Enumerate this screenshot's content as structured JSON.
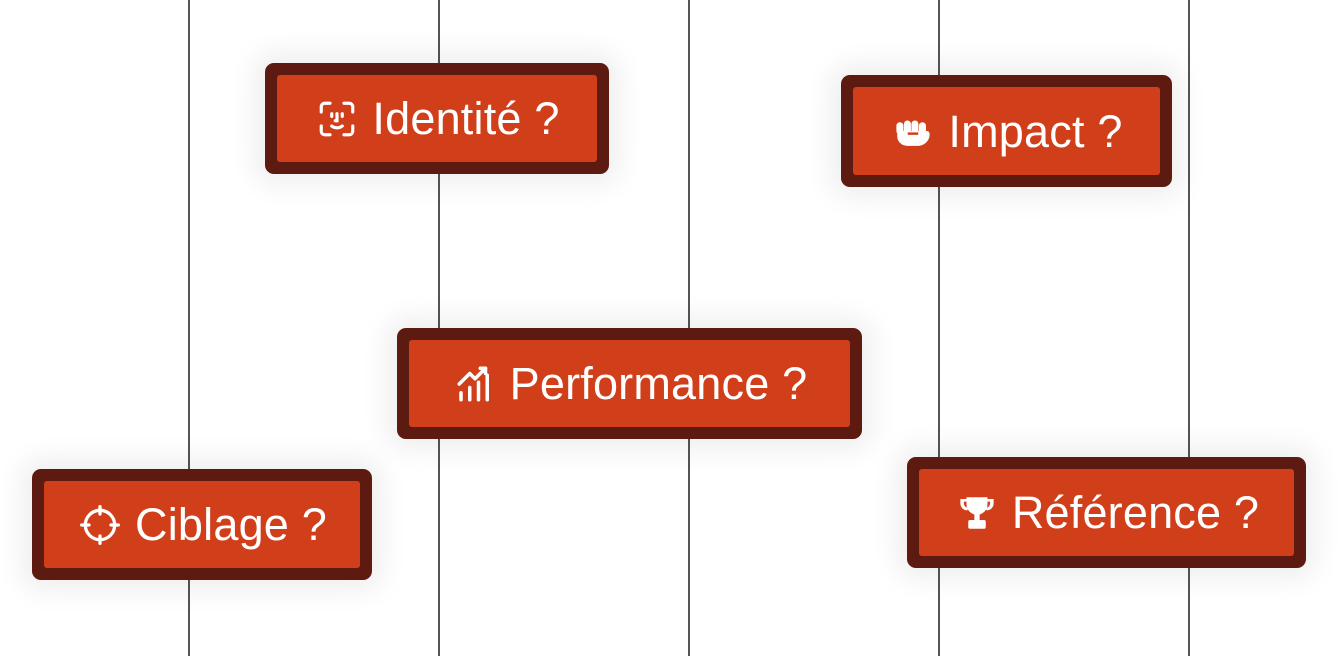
{
  "accent_color": "#d13f1a",
  "border_color": "#5c1a10",
  "tags": {
    "identite": {
      "label": "Identité ?",
      "icon": "face-scan-icon"
    },
    "impact": {
      "label": "Impact ?",
      "icon": "fist-icon"
    },
    "performance": {
      "label": "Performance ?",
      "icon": "growth-chart-icon"
    },
    "ciblage": {
      "label": "Ciblage ?",
      "icon": "crosshair-icon"
    },
    "reference": {
      "label": "Référence ?",
      "icon": "trophy-icon"
    }
  }
}
